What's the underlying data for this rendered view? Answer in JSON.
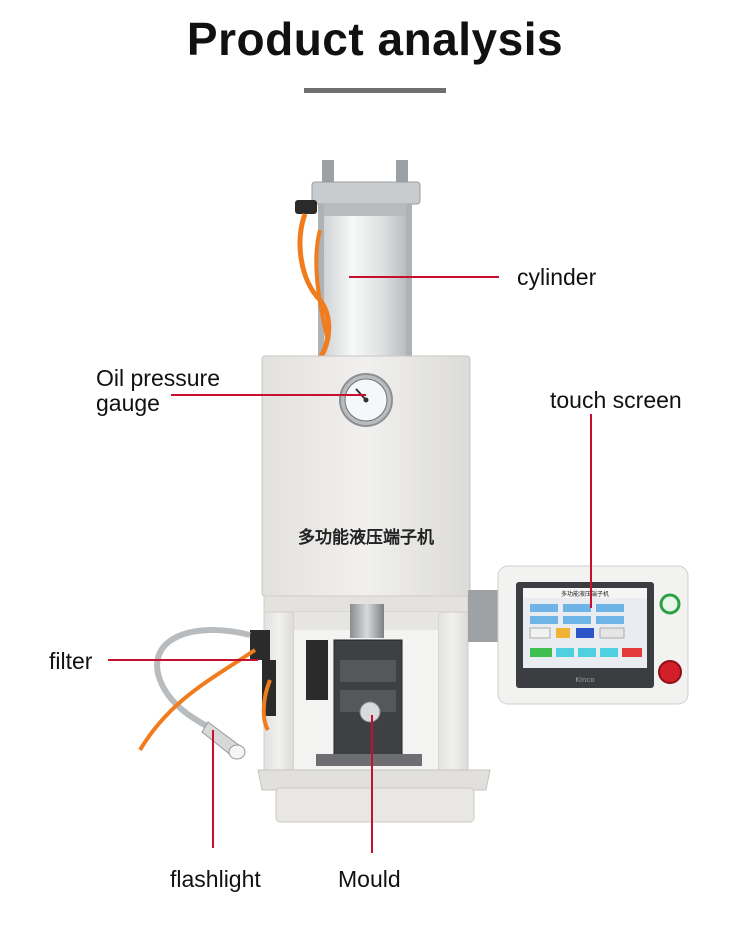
{
  "title": "Product analysis",
  "machine_label": "多功能液压端子机",
  "screen_header": "多功能液压端子机",
  "screen_brand": "Kinco",
  "labels": {
    "cylinder": "cylinder",
    "oil_pressure_gauge_line1": "Oil pressure",
    "oil_pressure_gauge_line2": "gauge",
    "touch_screen": "touch screen",
    "filter": "filter",
    "flashlight": "flashlight",
    "mould": "Mould"
  },
  "colors": {
    "leader_line": "#c8102e",
    "machine_body": "#ecebe8",
    "orange_hose": "#f07c1e",
    "start_button": "#2ea043",
    "stop_button": "#d21f2b"
  }
}
